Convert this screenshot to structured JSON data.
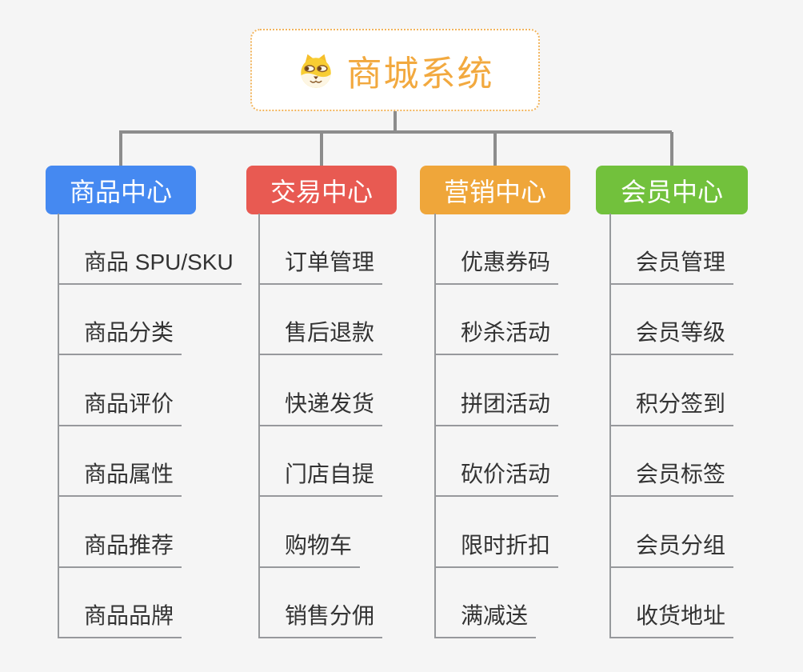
{
  "root": {
    "title": "商城系统",
    "icon": "dog-face-icon"
  },
  "branches": [
    {
      "label": "商品中心",
      "color": "#4589f1",
      "children": [
        "商品 SPU/SKU",
        "商品分类",
        "商品评价",
        "商品属性",
        "商品推荐",
        "商品品牌"
      ]
    },
    {
      "label": "交易中心",
      "color": "#e85a52",
      "children": [
        "订单管理",
        "售后退款",
        "快递发货",
        "门店自提",
        "购物车",
        "销售分佣"
      ]
    },
    {
      "label": "营销中心",
      "color": "#efa63a",
      "children": [
        "优惠券码",
        "秒杀活动",
        "拼团活动",
        "砍价活动",
        "限时折扣",
        "满减送"
      ]
    },
    {
      "label": "会员中心",
      "color": "#72c13c",
      "children": [
        "会员管理",
        "会员等级",
        "积分签到",
        "会员标签",
        "会员分组",
        "收货地址"
      ]
    }
  ],
  "colors": {
    "background": "#f5f5f5",
    "connector": "#8c8c8c",
    "leaf_line": "#97999c",
    "leaf_text": "#333333",
    "root_title": "#f2a93f",
    "root_border": "#f2b45c"
  }
}
